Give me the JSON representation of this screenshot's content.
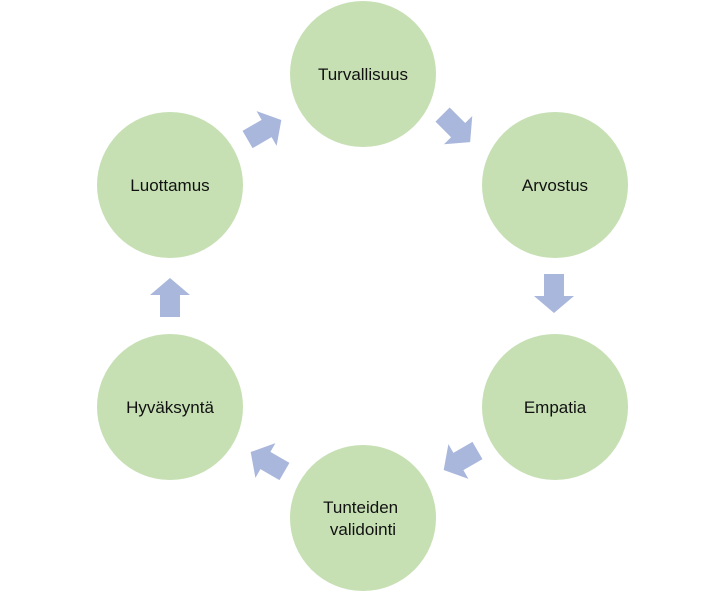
{
  "diagram": {
    "type": "cycle",
    "colors": {
      "node_fill": "#c6e0b4",
      "arrow_fill": "#a9b7dc",
      "text": "#111111",
      "background": "#ffffff"
    },
    "nodes": [
      {
        "lines": [
          "Turvallisuus"
        ]
      },
      {
        "lines": [
          "Arvostus"
        ]
      },
      {
        "lines": [
          "Empatia"
        ]
      },
      {
        "lines": [
          "Tunteiden",
          "validointi"
        ]
      },
      {
        "lines": [
          "Hyväksyntä"
        ]
      },
      {
        "lines": [
          "Luottamus"
        ]
      }
    ],
    "arrow_direction": "clockwise"
  }
}
